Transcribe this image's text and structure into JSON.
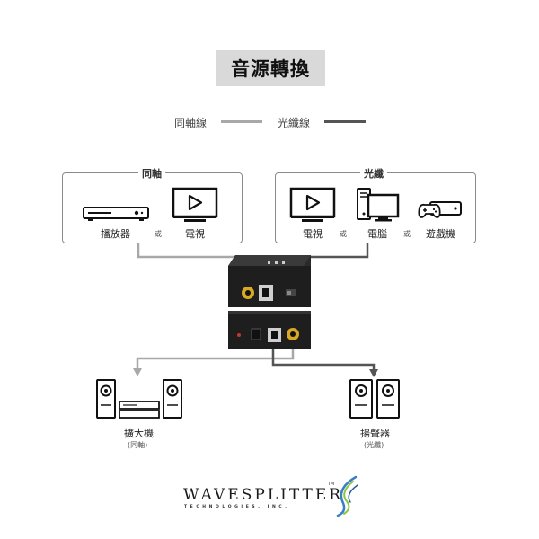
{
  "title": "音源轉換",
  "legend": {
    "coax_label": "同軸線",
    "coax_color": "#a8a8a8",
    "optical_label": "光纖線",
    "optical_color": "#555555"
  },
  "groups": {
    "coax": {
      "title": "同軸",
      "devices": [
        {
          "label": "播放器",
          "icon": "player-icon"
        },
        {
          "label": "電視",
          "icon": "tv-icon"
        }
      ],
      "or": "或"
    },
    "optical": {
      "title": "光纖",
      "devices": [
        {
          "label": "電視",
          "icon": "tv-icon"
        },
        {
          "label": "電腦",
          "icon": "computer-icon"
        },
        {
          "label": "遊戲機",
          "icon": "game-console-icon"
        }
      ],
      "or_1": "或",
      "or_2": "或"
    }
  },
  "outputs": {
    "amplifier": {
      "label": "擴大機",
      "sub": "(同軸)"
    },
    "speakers": {
      "label": "揚聲器",
      "sub": "(光纖)"
    }
  },
  "brand": {
    "name": "WAVESPLITTER",
    "tm": "TM",
    "sub": "TECHNOLOGIES, INC."
  }
}
